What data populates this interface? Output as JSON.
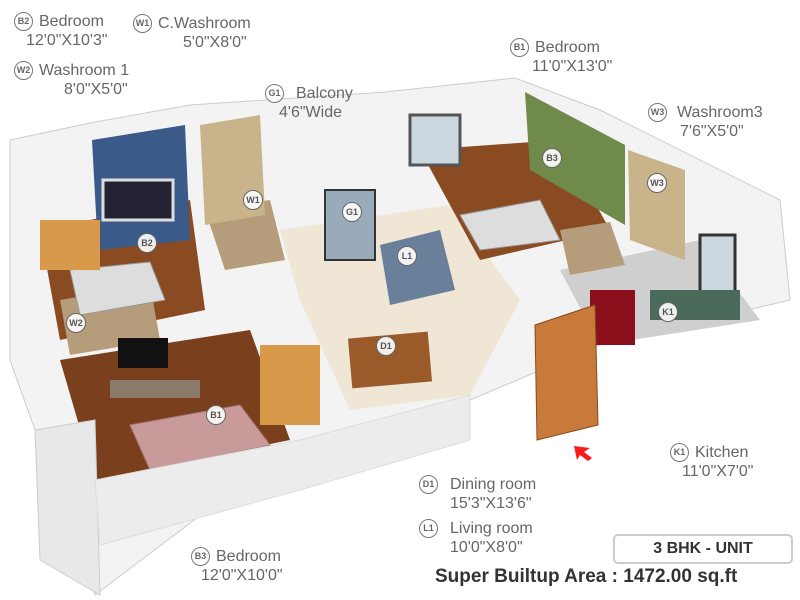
{
  "rooms": {
    "b2": {
      "badge": "B2",
      "name": "Bedroom",
      "dims": "12'0\"X10'3\""
    },
    "w1": {
      "badge": "W1",
      "name": "C.Washroom",
      "dims": "5'0\"X8'0\""
    },
    "w2": {
      "badge": "W2",
      "name": "Washroom 1",
      "dims": "8'0\"X5'0\""
    },
    "g1": {
      "badge": "G1",
      "name": "Balcony",
      "dims": "4'6\"Wide"
    },
    "b1": {
      "badge": "B1",
      "name": "Bedroom",
      "dims": "11'0\"X13'0\""
    },
    "w3": {
      "badge": "W3",
      "name": "Washroom3",
      "dims": "7'6\"X5'0\""
    },
    "k1": {
      "badge": "K1",
      "name": "Kitchen",
      "dims": "11'0\"X7'0\""
    },
    "d1": {
      "badge": "D1",
      "name": "Dining room",
      "dims": "15'3\"X13'6\""
    },
    "l1": {
      "badge": "L1",
      "name": "Living room",
      "dims": "10'0\"X8'0\""
    },
    "b3": {
      "badge": "B3",
      "name": "Bedroom",
      "dims": "12'0\"X10'0\""
    }
  },
  "unit_label": "3 BHK - UNIT",
  "area_label": "Super Builtup Area : 1472.00 sq.ft",
  "colors": {
    "wall": "#f2f2f2",
    "floor_wood": "#8a4a22",
    "floor_tile": "#efe6d6",
    "blue_wall": "#3a5a8a",
    "green_wall": "#6f8a4a",
    "arrow": "#ff1a1a"
  }
}
